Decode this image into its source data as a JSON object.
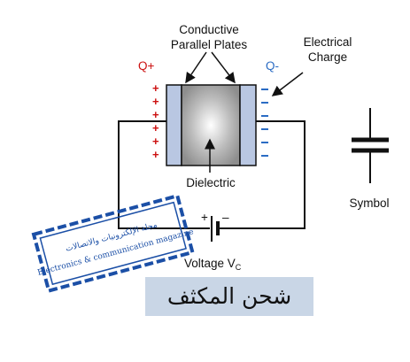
{
  "labels": {
    "plates": [
      "Conductive",
      "Parallel Plates"
    ],
    "charge": [
      "Electrical",
      "Charge"
    ],
    "q_plus": "Q+",
    "q_minus": "Q-",
    "dielectric": "Dielectric",
    "symbol": "Symbol",
    "voltage": "Voltage V",
    "voltage_sub": "C",
    "battery_plus": "+",
    "battery_minus": "–"
  },
  "stamp": {
    "line1": "مجلة الإلكترونيات والاتصالات",
    "line2": "Electronics & communication magazine"
  },
  "caption": "شحن المكثف",
  "colors": {
    "plate": "#b9c7e2",
    "plus": "#cc1111",
    "minus": "#2b6cc4",
    "stamp": "#1b4fa6",
    "caption_bg": "#c9d6e6"
  }
}
